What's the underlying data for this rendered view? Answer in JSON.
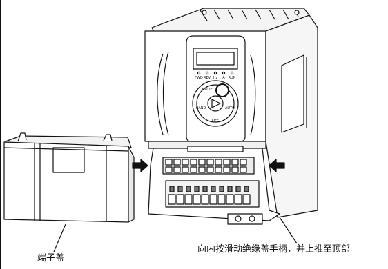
{
  "labels": {
    "terminal_cover": "端子盖",
    "instruction": "向内按滑动绝缘盖手柄，并上推至顶部"
  },
  "keypad": {
    "mode_text": "MODE",
    "hand_text": "HAND",
    "auto_text": "AUTO",
    "off_text": "OFF",
    "indicators": [
      "FWD",
      "REV",
      "Hz",
      "A",
      "RUN"
    ]
  },
  "colors": {
    "line": "#111111",
    "fill": "#ffffff",
    "shade": "#dcdcdc",
    "dark": "#555555"
  },
  "icons": [
    "arrow-right-icon",
    "arrow-left-icon",
    "enter-button-icon",
    "run-triangle-icon"
  ]
}
